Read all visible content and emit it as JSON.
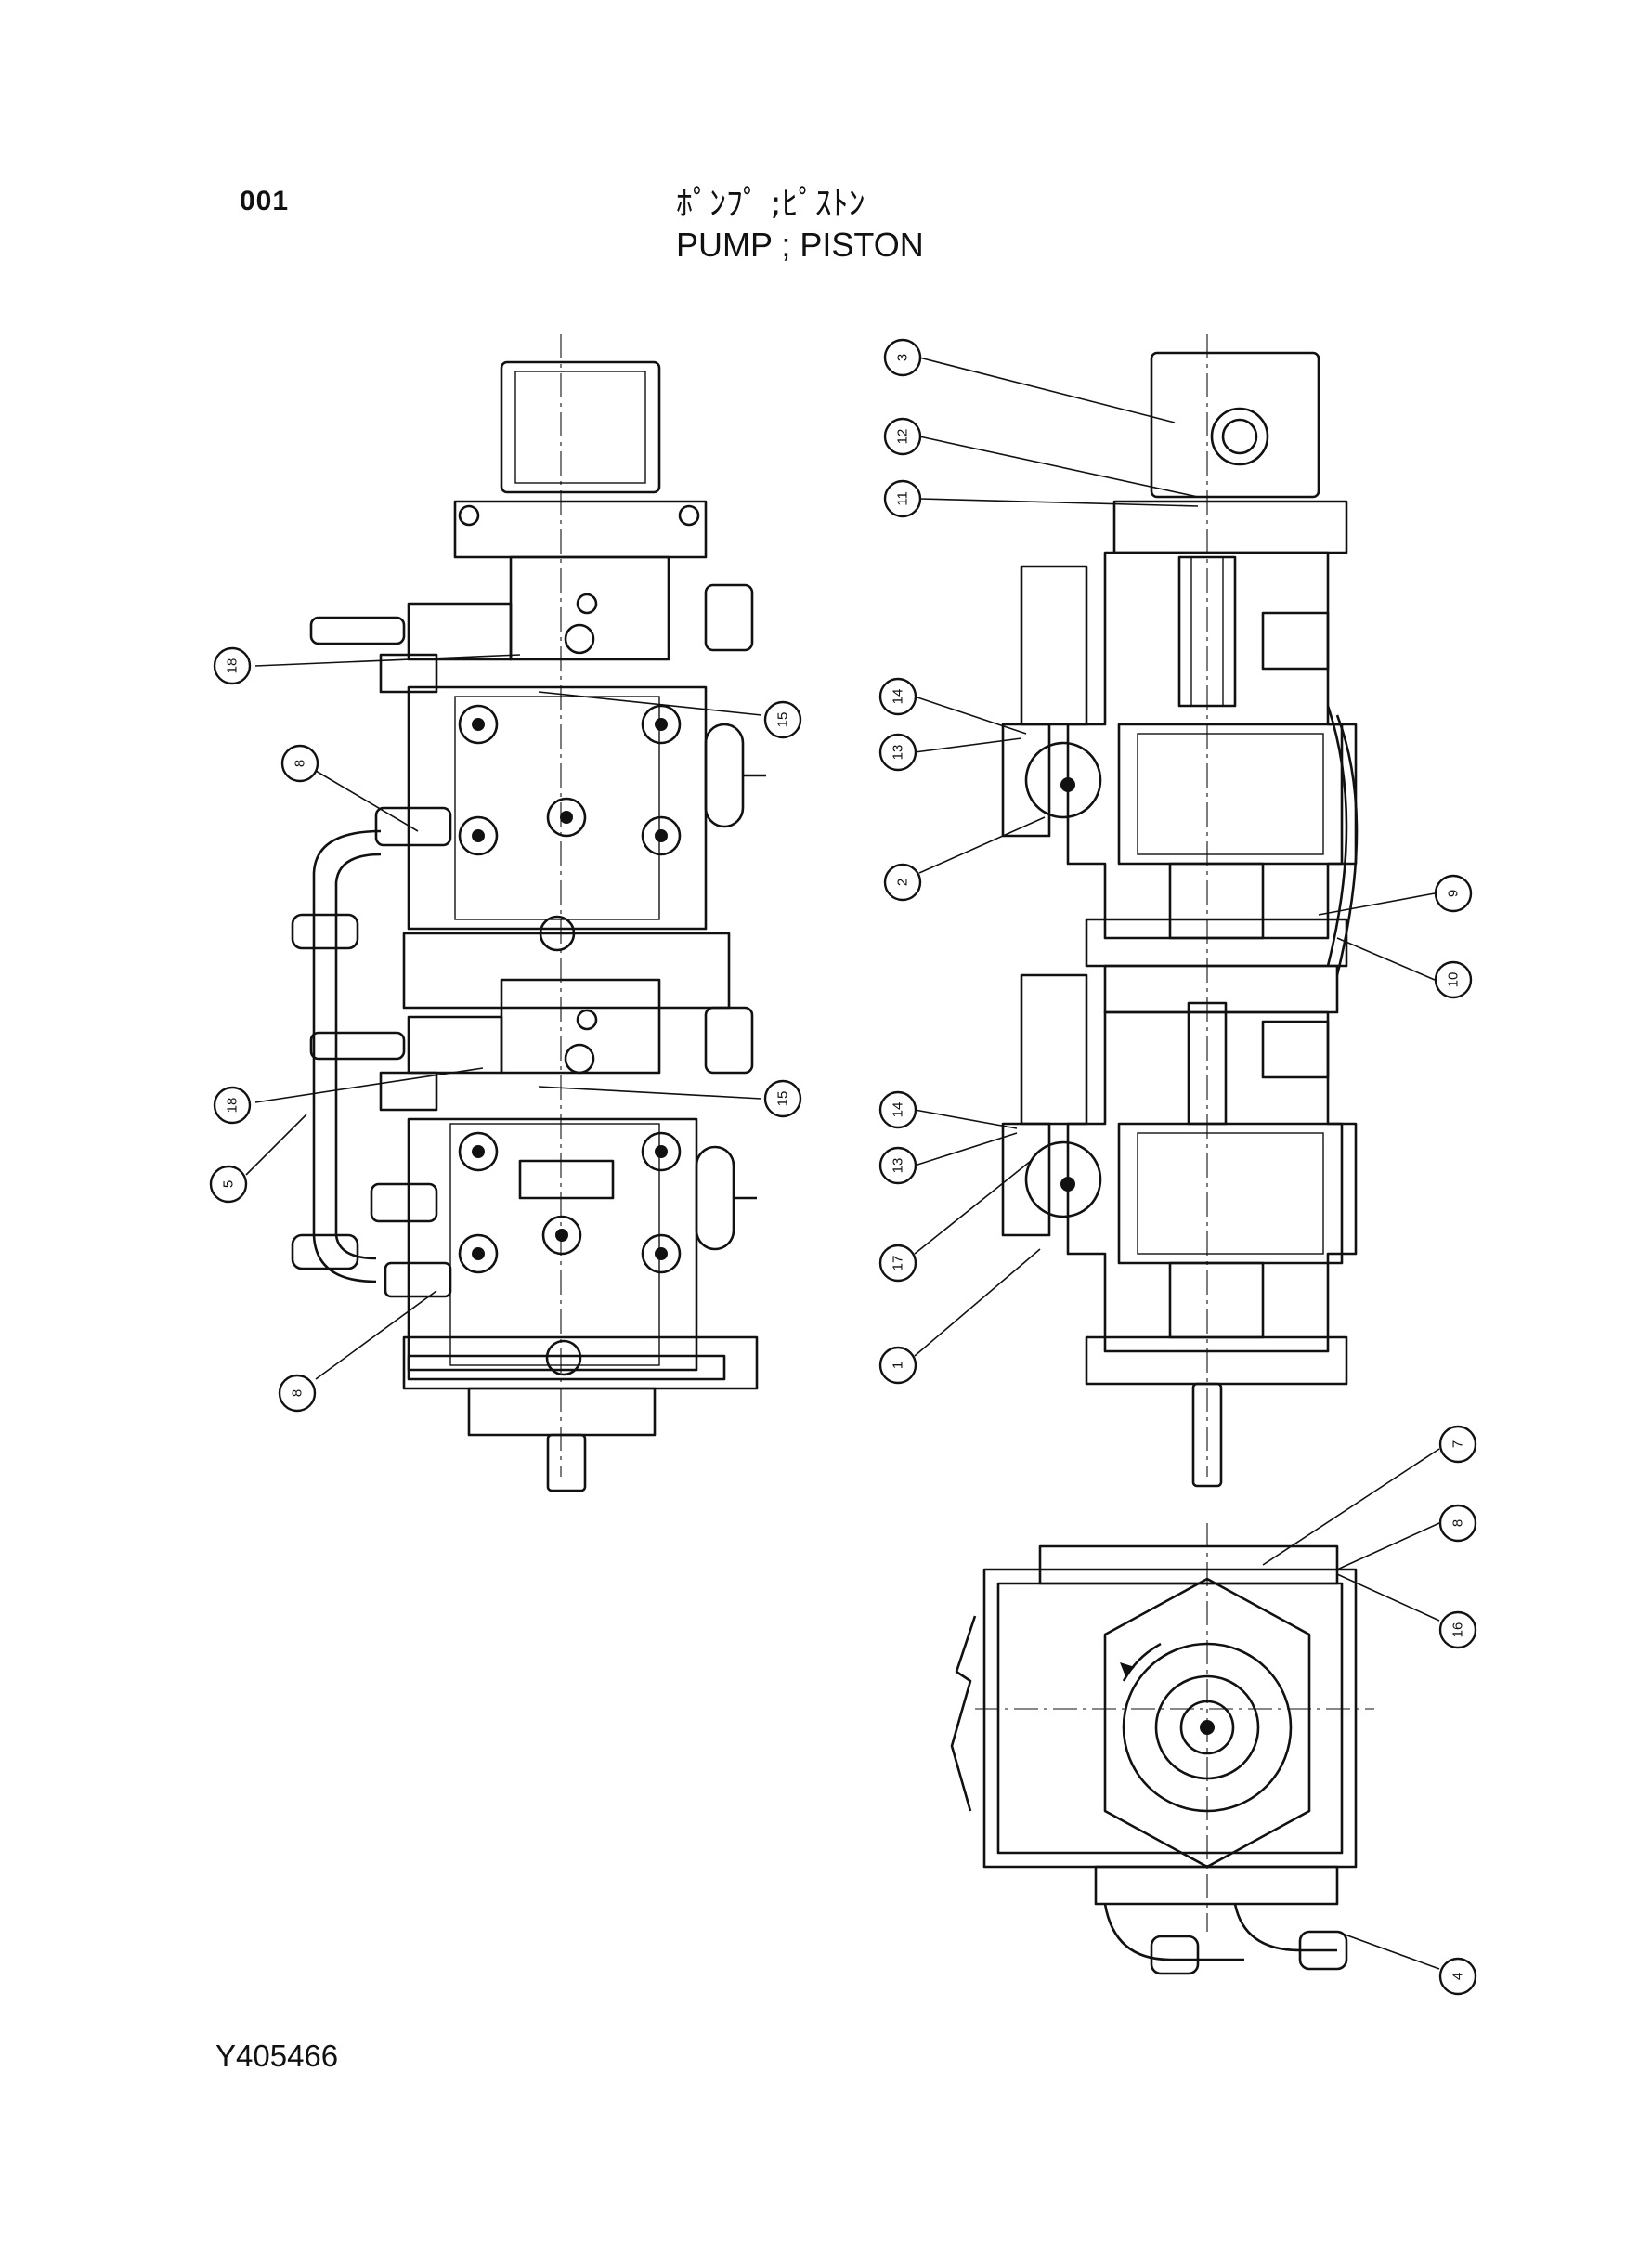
{
  "header": {
    "page_number": "001",
    "title_jp": "ﾎﾟﾝﾌﾟ ;ﾋﾟｽﾄﾝ",
    "title_en": "PUMP ; PISTON"
  },
  "footer": {
    "drawing_number": "Y405466"
  },
  "views": {
    "front_view": {
      "callouts": [
        "18",
        "15",
        "8",
        "18",
        "15",
        "5",
        "8"
      ]
    },
    "section_view": {
      "callouts": [
        "3",
        "12",
        "11",
        "14",
        "13",
        "2",
        "9",
        "10",
        "14",
        "13",
        "17",
        "1"
      ]
    },
    "end_view": {
      "callouts": [
        "7",
        "8",
        "16",
        "4"
      ]
    }
  }
}
